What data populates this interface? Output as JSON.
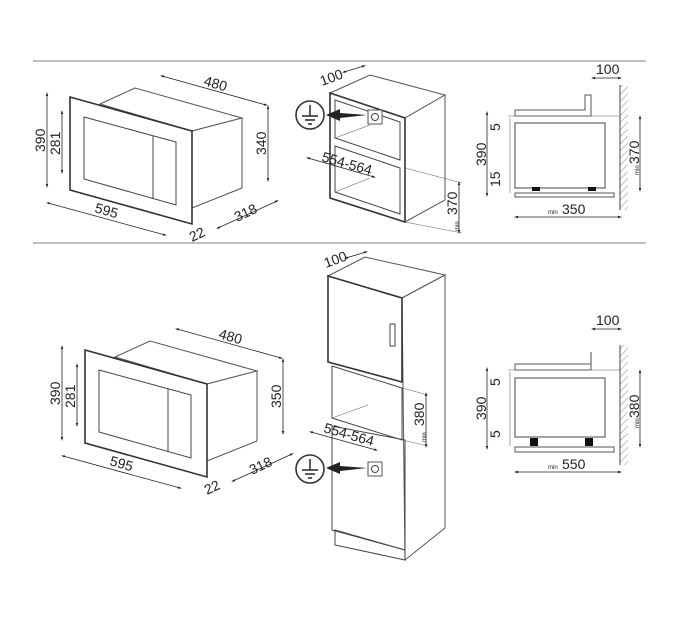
{
  "top": {
    "microwave": {
      "width": "480",
      "height_total": "390",
      "height_window": "281",
      "height_body": "340",
      "front_width": "595",
      "depth": "318",
      "front_thickness": "22"
    },
    "cabinet": {
      "rear_gap": "100",
      "niche_width": "554-564",
      "niche_height": "370",
      "min_label": "min"
    },
    "section": {
      "rear_gap": "100",
      "height": "390",
      "top_gap": "5",
      "bottom_gap": "15",
      "niche_height": "370",
      "niche_depth": "350",
      "min_label": "min"
    }
  },
  "bottom": {
    "microwave": {
      "width": "480",
      "height_total": "390",
      "height_window": "281",
      "height_body": "350",
      "front_width": "595",
      "depth": "318",
      "front_thickness": "22"
    },
    "cabinet": {
      "rear_gap": "100",
      "niche_width": "554-564",
      "niche_height": "380",
      "min_label": "min"
    },
    "section": {
      "rear_gap": "100",
      "height": "390",
      "top_gap": "5",
      "bottom_gap": "5",
      "niche_height": "380",
      "niche_depth": "550",
      "min_label": "min"
    }
  },
  "icons": [
    "earth-ground-icon",
    "power-socket-icon",
    "wall-hatch-icon"
  ],
  "colors": {
    "line": "#444444",
    "separator": "#aaaaaa",
    "foot": "#111111"
  }
}
